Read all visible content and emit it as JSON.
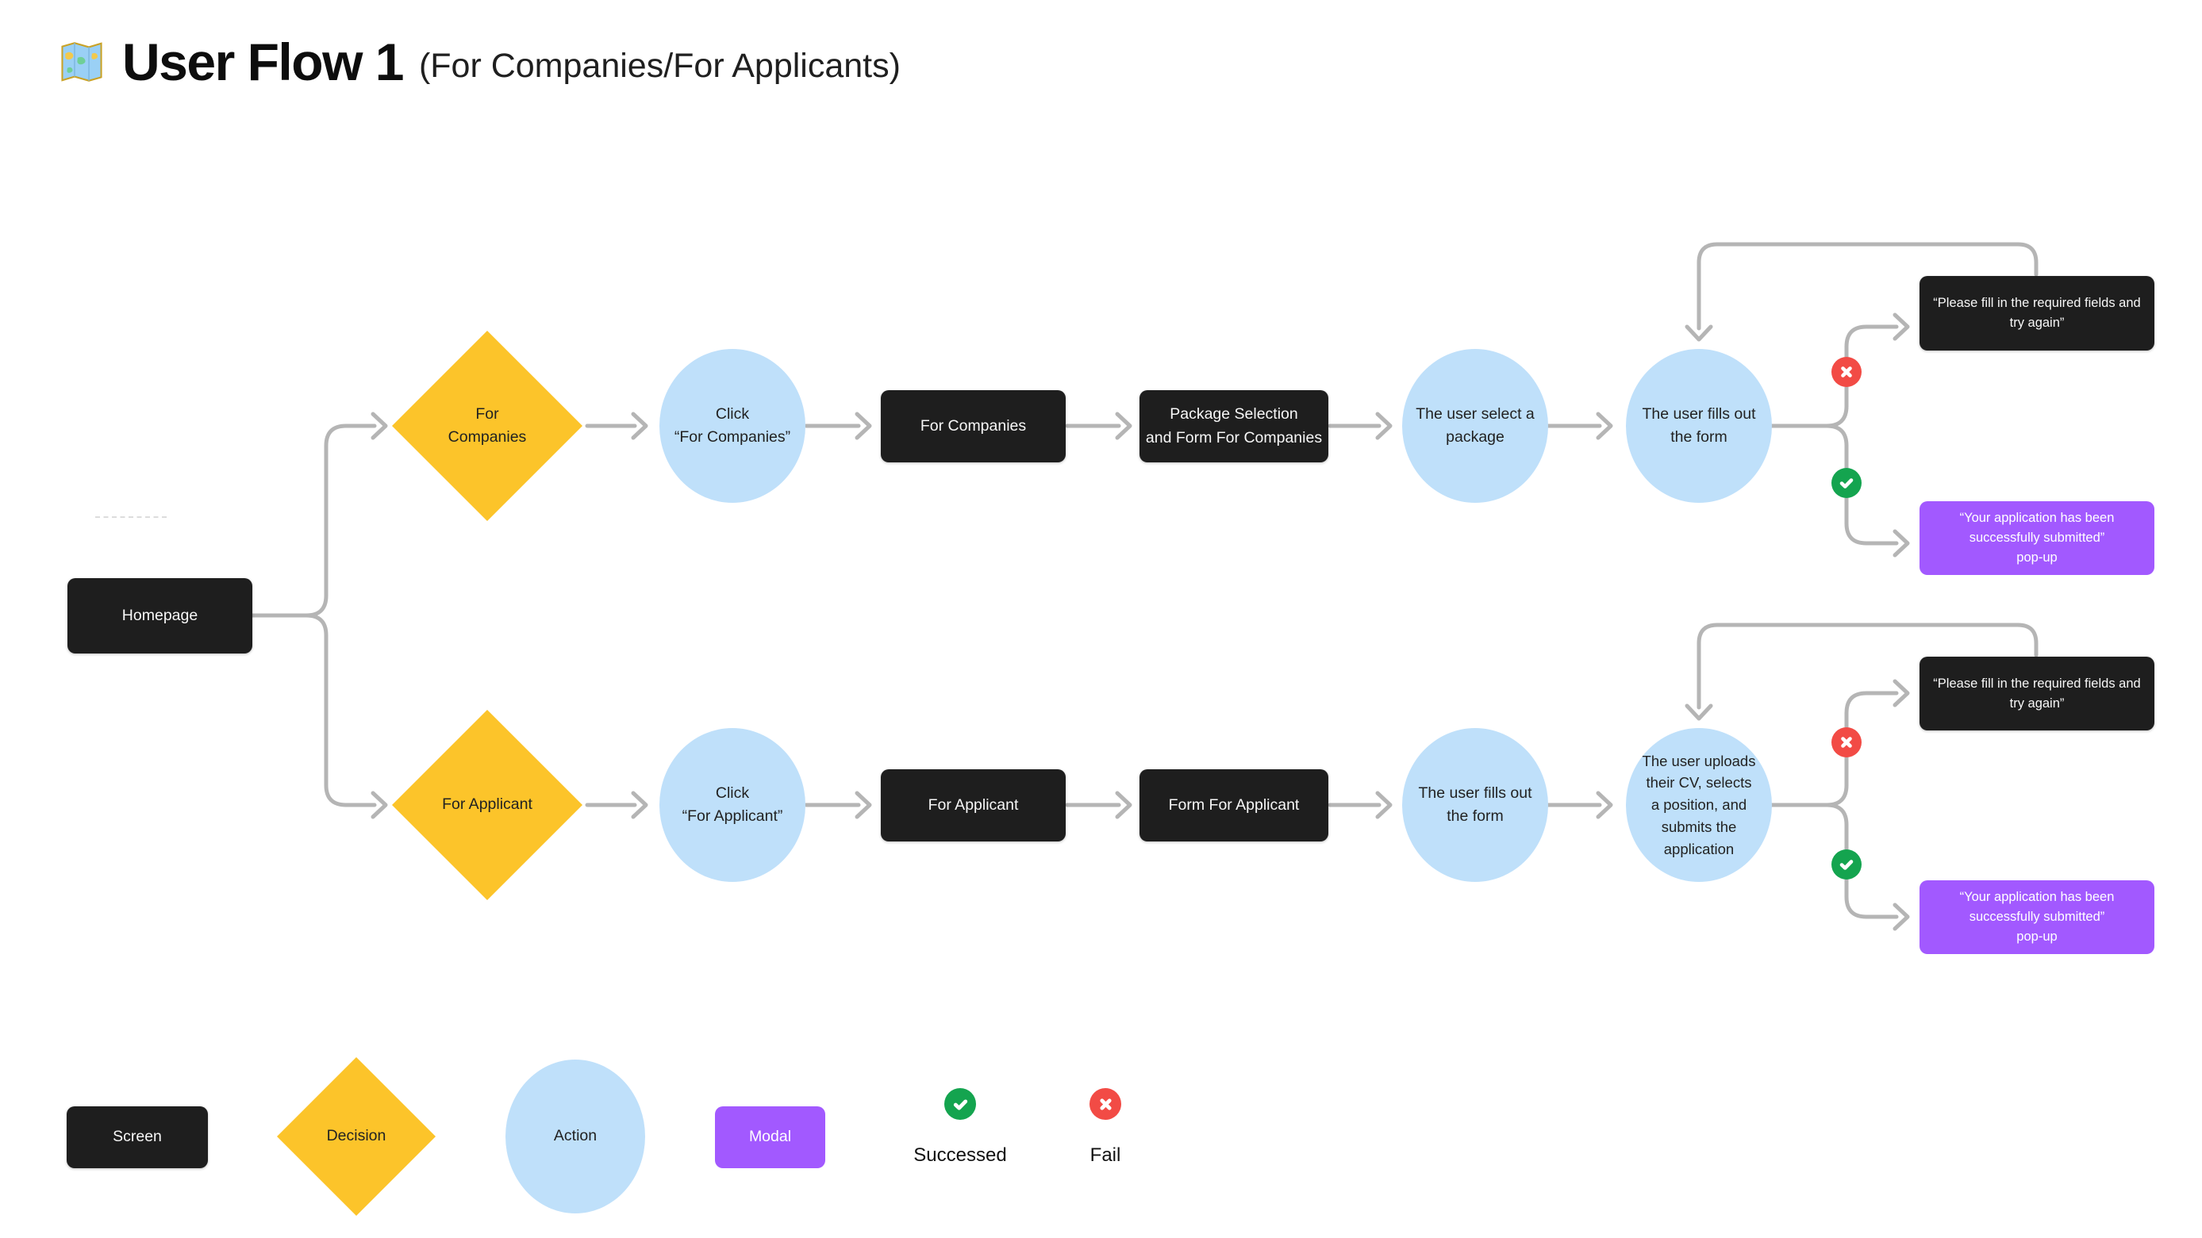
{
  "title": {
    "emoji": "🗺️",
    "main": "User Flow 1",
    "sub": "(For Companies/For Applicants)"
  },
  "root": {
    "label": "Homepage"
  },
  "flow_companies": {
    "decision": "For\nCompanies",
    "action_click": "Click\n“For Companies”",
    "screen": "For Companies",
    "screen_form": "Package Selection\nand Form For Companies",
    "action_select": "The user select a\npackage",
    "action_fill": "The user fills out\nthe form",
    "modal_fail": "“Please fill in the required fields and\ntry again”",
    "modal_success": "“Your application has been\nsuccessfully submitted”\npop-up"
  },
  "flow_applicants": {
    "decision": "For Applicant",
    "action_click": "Click\n“For Applicant”",
    "screen": "For Applicant",
    "screen_form": "Form For Applicant",
    "action_fill": "The user fills out\nthe form",
    "action_upload": "The user uploads\ntheir CV, selects\na position, and\nsubmits the\napplication",
    "modal_fail": "“Please fill in the required fields and\ntry again”",
    "modal_success": "“Your application has been\nsuccessfully submitted”\npop-up"
  },
  "legend": {
    "screen": "Screen",
    "decision": "Decision",
    "action": "Action",
    "modal": "Modal",
    "success": "Successed",
    "fail": "Fail"
  },
  "icons": {
    "title_icon": "world-map-emoji",
    "fail_icon": "circle-x",
    "success_icon": "circle-check"
  },
  "colors": {
    "canvas_bg": "#FFFFFF",
    "screen": "#1E1E1E",
    "decision": "#FCC42A",
    "action": "#BFE0FA",
    "modal": "#A259FF",
    "success": "#14A44F",
    "fail": "#F24B45",
    "connector": "#B5B5B5"
  }
}
